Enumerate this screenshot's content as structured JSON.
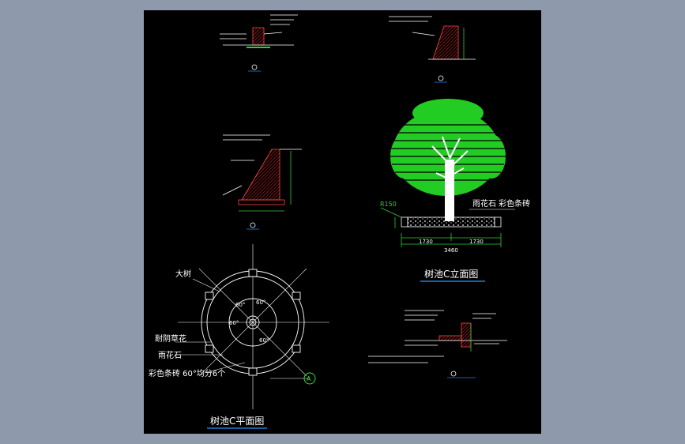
{
  "colors": {
    "background": "#8e9aab",
    "sheet": "#000000",
    "line": "#ffffff",
    "hatch": "#cc2222",
    "foliage": "#22cc22",
    "dim": "#33cc33",
    "title_underline": "#1e7fd8",
    "marker": "#33dd33"
  },
  "plan": {
    "title": "树池C平面图",
    "label_tree": "大树",
    "label_grass": "耐阴草花",
    "label_stone": "雨花石",
    "label_brick": "彩色条砖 60°均分6个",
    "angle_1": "60°",
    "angle_2": "60°",
    "angle_3": "60°",
    "angle_4": "60°",
    "section_marker": "A"
  },
  "elevation": {
    "title": "树池C立面图",
    "label_radius": "R150",
    "label_stone_brick": "雨花石 彩色条砖",
    "dim_left": "1730",
    "dim_right": "1730",
    "dim_total": "3460"
  }
}
